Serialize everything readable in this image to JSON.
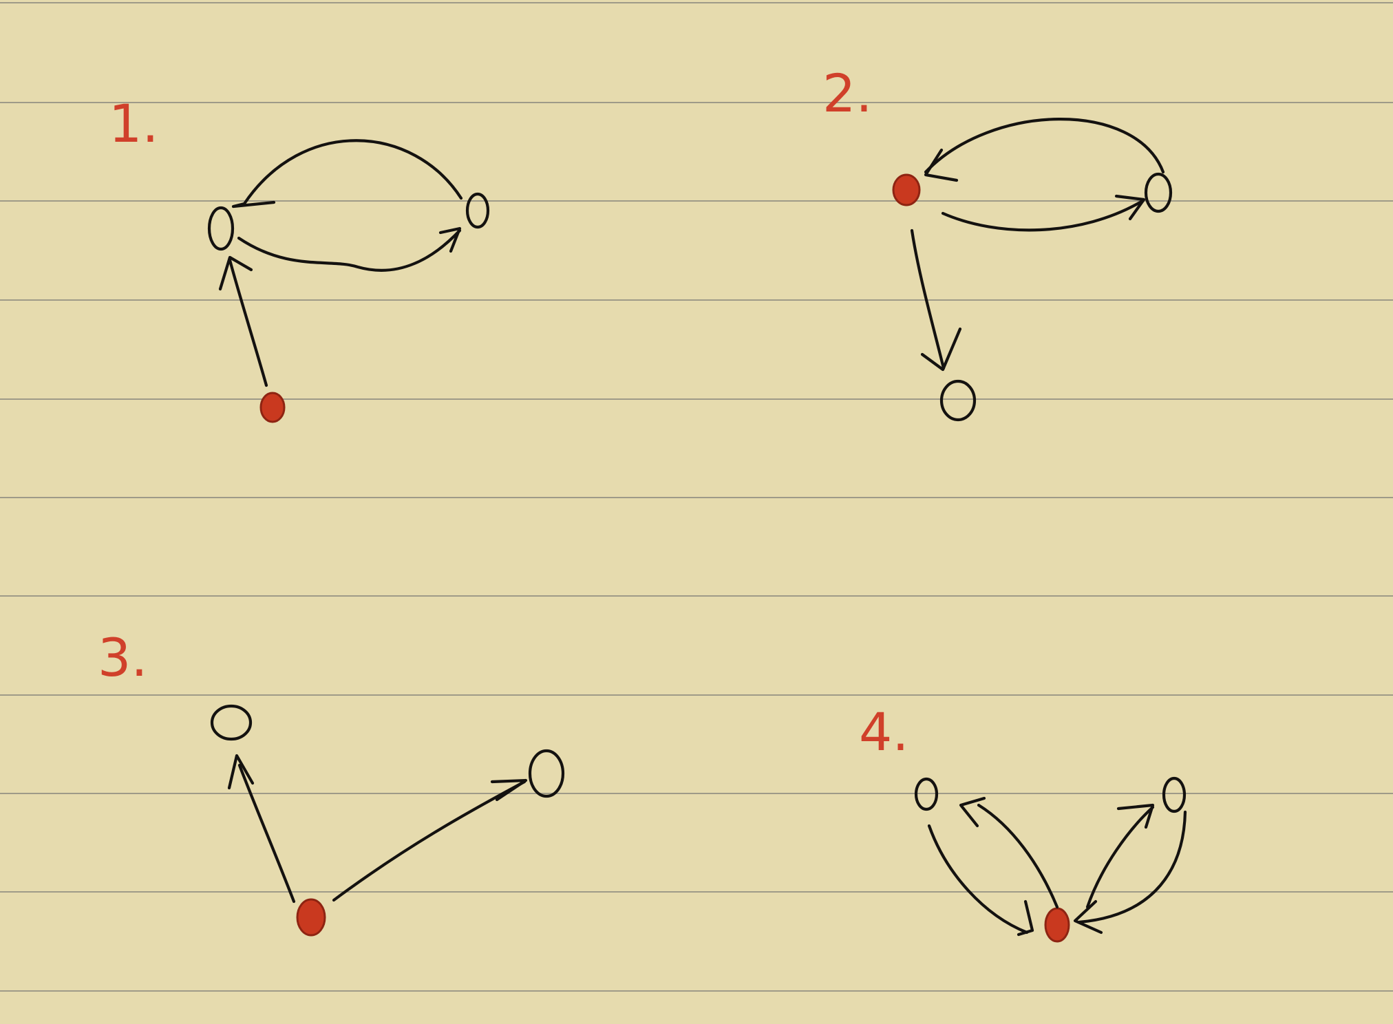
{
  "paper": {
    "color": "#e6dbae",
    "rule_color": "#9e9a88",
    "ink_color": "#141210",
    "accent_color": "#c9391f"
  },
  "diagrams": [
    {
      "label": "1."
    },
    {
      "label": "2."
    },
    {
      "label": "3."
    },
    {
      "label": "4."
    }
  ]
}
